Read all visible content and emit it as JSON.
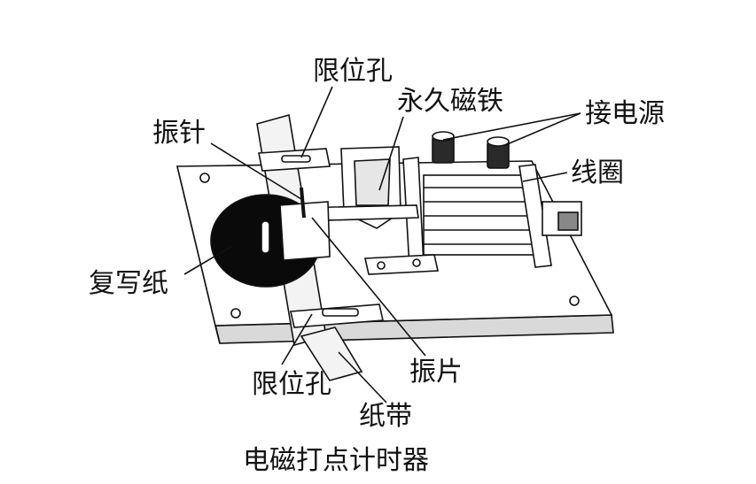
{
  "labels": {
    "limit_hole_top": "限位孔",
    "permanent_magnet": "永久磁铁",
    "power_terminal": "接电源",
    "vibrating_needle": "振针",
    "coil": "线圈",
    "carbon_paper": "复写纸",
    "vibrating_reed": "振片",
    "limit_hole_bottom": "限位孔",
    "paper_tape": "纸带"
  },
  "caption": "电磁打点计时器",
  "colors": {
    "ink": "#111111",
    "board_top": "#ffffff",
    "board_side": "#d9d9d9",
    "carbon_paper": "#0a0a0a"
  }
}
